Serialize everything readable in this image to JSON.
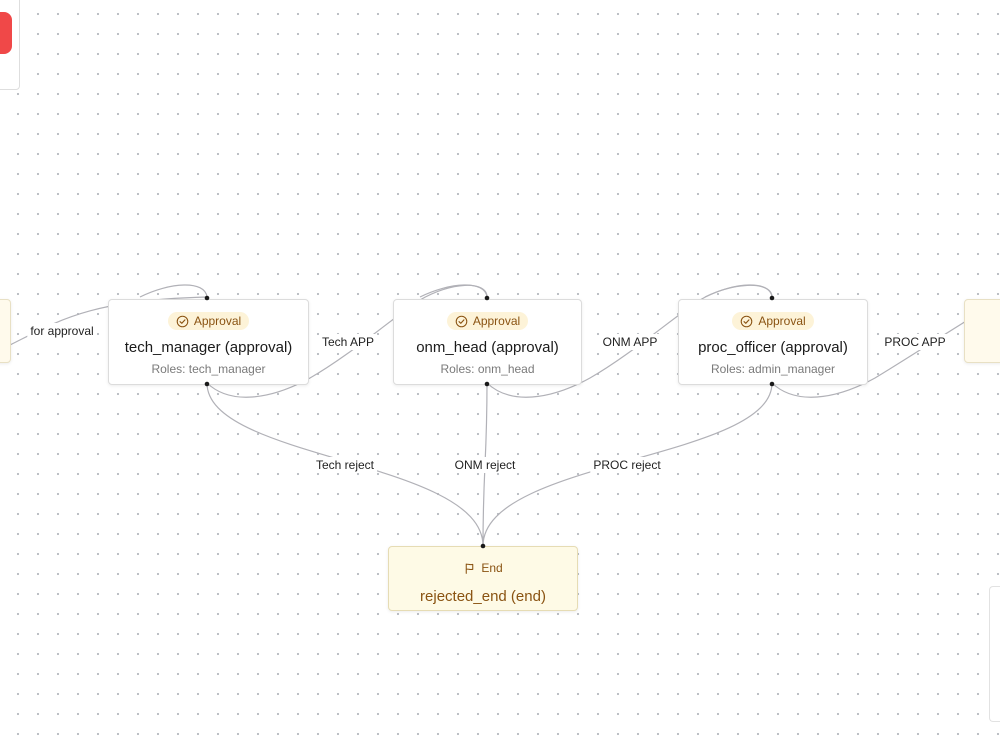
{
  "nodes": {
    "tech_manager": {
      "badge": "Approval",
      "title": "tech_manager (approval)",
      "roles": "Roles: tech_manager"
    },
    "onm_head": {
      "badge": "Approval",
      "title": "onm_head (approval)",
      "roles": "Roles: onm_head"
    },
    "proc_officer": {
      "badge": "Approval",
      "title": "proc_officer (approval)",
      "roles": "Roles: admin_manager"
    },
    "rejected_end": {
      "badge": "End",
      "title": "rejected_end (end)"
    }
  },
  "edges": {
    "for_approval": "for approval",
    "tech_app": "Tech APP",
    "onm_app": "ONM APP",
    "proc_app": "PROC APP",
    "tech_reject": "Tech reject",
    "onm_reject": "ONM reject",
    "proc_reject": "PROC reject"
  },
  "icons": {
    "approval": "check-circle-icon",
    "end": "flag-icon"
  },
  "colors": {
    "badge_text": "#8a5312",
    "badge_bg": "#fdf3d8",
    "end_node_bg": "#fefae6",
    "edge": "#b1b1b7",
    "red_button": "#f04848"
  }
}
